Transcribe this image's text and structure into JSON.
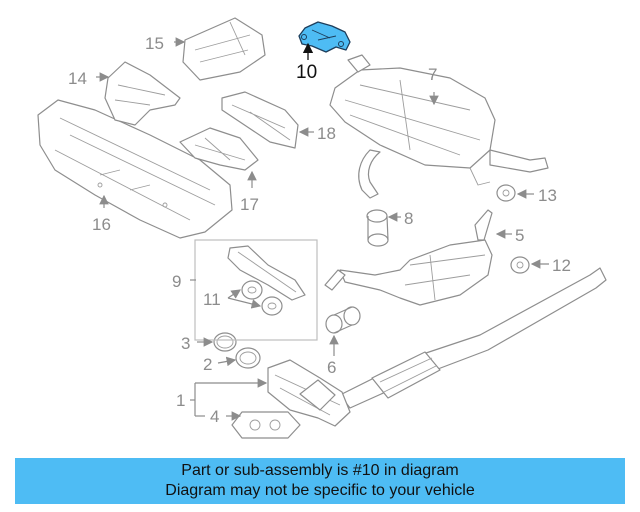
{
  "highlight_color": "#4ebcf4",
  "highlight_part": "10",
  "callouts": {
    "c1": "1",
    "c2": "2",
    "c3": "3",
    "c4": "4",
    "c5": "5",
    "c6": "6",
    "c7": "7",
    "c8": "8",
    "c9": "9",
    "c10": "10",
    "c11": "11",
    "c12": "12",
    "c13": "13",
    "c14": "14",
    "c15": "15",
    "c16": "16",
    "c17": "17",
    "c18": "18"
  },
  "banner": {
    "line1": "Part or sub-assembly is #10 in diagram",
    "line2": "Diagram may not be specific to your vehicle"
  }
}
